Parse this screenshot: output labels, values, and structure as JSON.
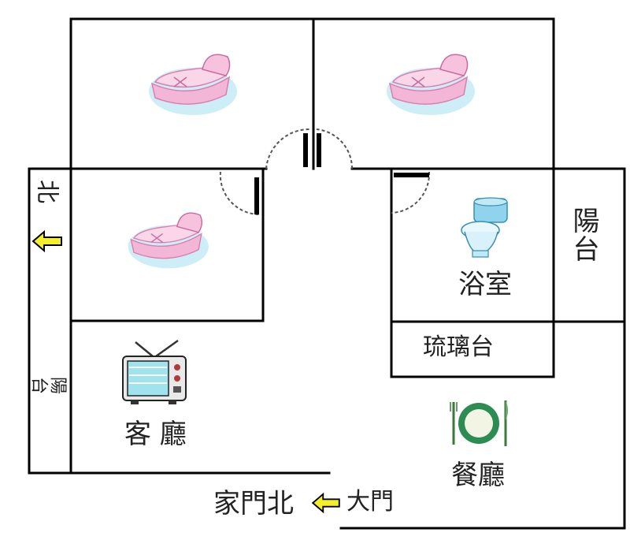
{
  "labels": {
    "bathroom": "浴室",
    "balcony_right": "陽台",
    "glass_counter": "琉璃台",
    "living_room": "客 廳",
    "balcony_left": "陽台",
    "dining_room": "餐廳",
    "main_door": "大門",
    "house_faces": "家門北",
    "north_marker": "北"
  },
  "icons": {
    "crib": "baby-crib-icon",
    "toilet": "toilet-icon",
    "tv": "television-icon",
    "plate": "plate-fork-knife-icon",
    "arrow": "left-arrow-icon"
  },
  "colors": {
    "wall": "#000000",
    "arrow_fill": "#f4ef2a",
    "crib_pink": "#f4b6d6",
    "crib_shadow": "#cdeef6",
    "toilet_blue": "#8fd3ec",
    "tv_screen": "#9fe3ee",
    "plate_green": "#2c8c52"
  }
}
